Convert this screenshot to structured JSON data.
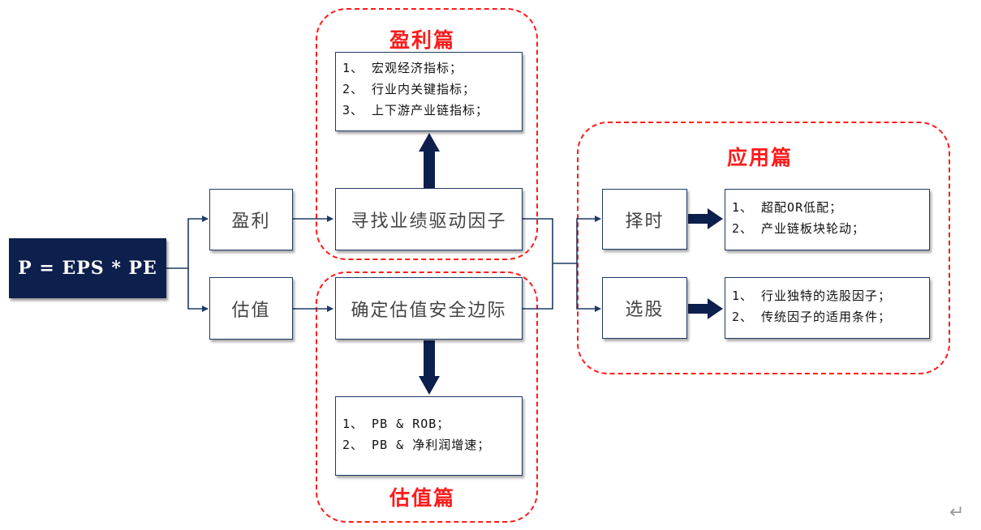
{
  "formula": "P = EPS * PE",
  "nodes": {
    "earnings": "盈利",
    "valuation": "估值",
    "find_drivers": "寻找业绩驱动因子",
    "valuation_margin": "确定估值安全边际",
    "timing": "择时",
    "stock_selection": "选股"
  },
  "regions": {
    "earnings_title": "盈利篇",
    "valuation_title": "估值篇",
    "application_title": "应用篇"
  },
  "lists": {
    "earnings": [
      "1、 宏观经济指标；",
      "2、 行业内关键指标；",
      "3、 上下游产业链指标；"
    ],
    "valuation": [
      "1、 PB & ROB；",
      "2、 PB & 净利润增速；"
    ],
    "timing": [
      "1、 超配OR低配；",
      "2、 产业链板块轮动；"
    ],
    "stock_selection": [
      "1、 行业独特的选股因子；",
      "2、 传统因子的适用条件；"
    ]
  },
  "colors": {
    "dark_navy": "#0d1f4d",
    "box_border": "#1f3a66",
    "region_red": "#ff1a1a"
  },
  "icons": {
    "return_mark": "↵"
  }
}
